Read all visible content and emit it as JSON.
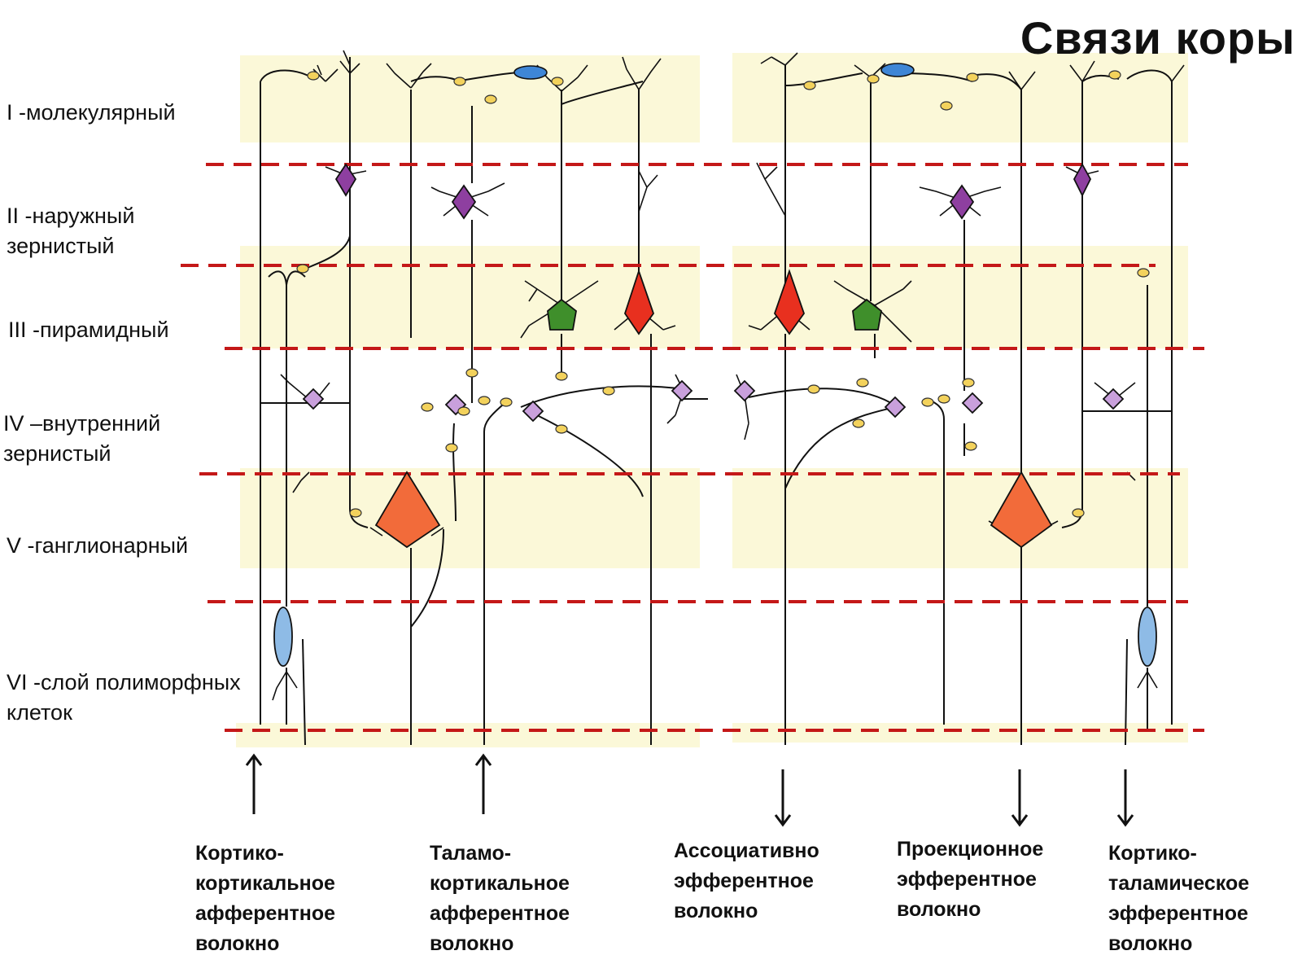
{
  "title": "Связи  коры",
  "layers": [
    {
      "id": "I",
      "label": "I -молекулярный"
    },
    {
      "id": "II",
      "label": "II -наружный\n     зернистый"
    },
    {
      "id": "III",
      "label": "III -пирамидный"
    },
    {
      "id": "IV",
      "label": "IV –внутренний\n      зернистый"
    },
    {
      "id": "V",
      "label": "V -ганглионарный"
    },
    {
      "id": "VI",
      "label": "VI -слой полиморфных\nклеток"
    }
  ],
  "fibers": [
    {
      "id": "cortico-cortical-afferent",
      "label": "Кортико-\nкортикальное\nафферентное\nволокно",
      "direction": "up"
    },
    {
      "id": "thalamo-cortical-afferent",
      "label": "Таламо-\nкортикальное\nафферентное\nволокно",
      "direction": "up"
    },
    {
      "id": "associative-efferent",
      "label": "Ассоциативно\nэфферентное\nволокно",
      "direction": "down"
    },
    {
      "id": "projection-efferent",
      "label": "Проекционное\nэфферентное\nволокно",
      "direction": "down"
    },
    {
      "id": "cortico-thalamic-efferent",
      "label": "Кортико-\nталамическое\nэфферентное\nволокно",
      "direction": "down"
    }
  ],
  "colors": {
    "band": "#fbf8d8",
    "boundary": "#c41818",
    "neuron_small": "#c9a0dc",
    "neuron_granule": "#8e3fa0",
    "neuron_pyramid_red": "#e02a1c",
    "neuron_pyramid_orange": "#f26b3a",
    "neuron_green": "#3f8f2b",
    "neuron_blue": "#8ebbe6",
    "horizontal_cell": "#3e86d6",
    "synapse": "#f3d25c",
    "stroke": "#111111"
  }
}
